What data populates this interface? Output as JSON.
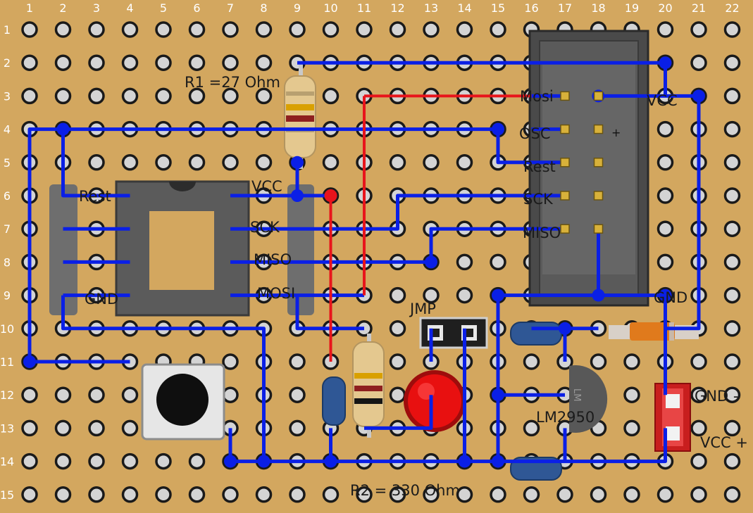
{
  "board": {
    "columns": [
      "1",
      "2",
      "3",
      "4",
      "5",
      "6",
      "7",
      "8",
      "9",
      "10",
      "11",
      "12",
      "13",
      "14",
      "15",
      "16",
      "17",
      "18",
      "19",
      "20",
      "21",
      "22"
    ],
    "rows": [
      "1",
      "2",
      "3",
      "4",
      "5",
      "6",
      "7",
      "8",
      "9",
      "10",
      "11",
      "12",
      "13",
      "14",
      "15"
    ]
  },
  "labels": {
    "r1": "R1 =27 Ohm",
    "r2": "R2 = 330 Ohm",
    "rest_ic": "Rest",
    "vcc_ic": "VCC",
    "sck_ic": "SCK",
    "miso_ic": "MISO",
    "mosi_ic": "MOSI",
    "gnd_ic": "GND",
    "mosi_hdr": "Mosi",
    "vcc_hdr": "VCC",
    "osc_hdr": "OSC",
    "rest_hdr": "Rest",
    "sck_hdr": "SCK",
    "miso_hdr": "MISO",
    "gnd_hdr": "GND",
    "jmp": "JMP",
    "regulator": "LM2950",
    "gnd_pwr": "GND -",
    "vcc_pwr": "VCC +",
    "pin1_mark": "+"
  },
  "colors": {
    "board": "#d3a75f",
    "wire": "#0a1fe6",
    "jumper": "#e8141b",
    "led": "#e81010"
  }
}
